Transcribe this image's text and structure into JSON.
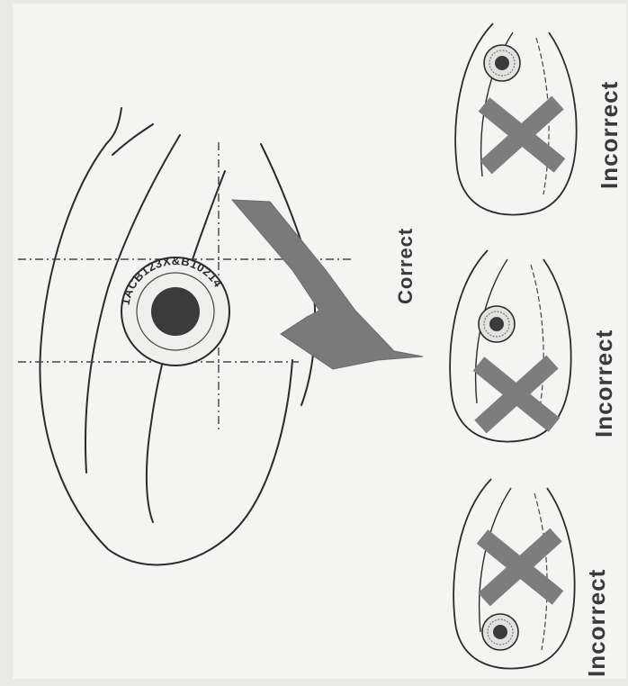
{
  "labels": {
    "correct": "Correct",
    "incorrect_1": "Incorrect",
    "incorrect_2": "Incorrect",
    "incorrect_3": "Incorrect"
  },
  "stamp_text": "1ACB123X&B10214",
  "colors": {
    "paper": "#f4f4f2",
    "line": "#2b2b2b",
    "arrow": "#7a7a7a",
    "cross": "#7d7d7d",
    "center_dot": "#3b3b3b",
    "text": "#3a3a3a"
  }
}
